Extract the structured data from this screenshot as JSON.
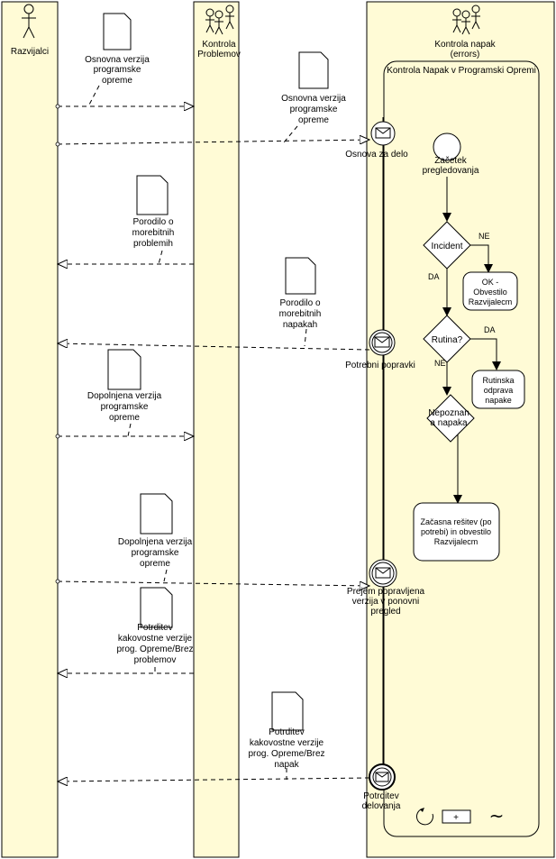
{
  "pools": {
    "razvijalci": "Razvijalci",
    "kontrola_problemov": [
      "Kontrola",
      "Problemov"
    ],
    "kontrola_napak": [
      "Kontrola napak",
      "(errors)"
    ]
  },
  "subprocess": {
    "title": "Kontrola  Napak v Programski Opremi"
  },
  "messages": {
    "m1": [
      "Osnovna verzija",
      "programske",
      "opreme"
    ],
    "m2": [
      "Osnovna verzija",
      "programske",
      "opreme"
    ],
    "m3": [
      "Porodilo o",
      "morebitnih",
      "problemih"
    ],
    "m4": [
      "Porodilo o",
      "morebitnih",
      "napakah"
    ],
    "m5": [
      "Dopolnjena verzija",
      "programske",
      "opreme"
    ],
    "m6": [
      "Dopolnjena verzija",
      "programske",
      "opreme"
    ],
    "m7": [
      "Potrditev",
      "kakovostne verzije",
      "prog. Opreme/Brez",
      "problemov"
    ],
    "m8": [
      "Potrditev",
      "kakovostne verzije",
      "prog. Opreme/Brez",
      "napak"
    ]
  },
  "events": {
    "e1": "Osnova za delo",
    "e2": "Potrebni popravki",
    "e3": [
      "Prejem popravljena",
      "verzija v ponovni",
      "pregled"
    ],
    "e4": [
      "Potrditev",
      "delovanja"
    ]
  },
  "flow": {
    "start": [
      "Začetek",
      "pregledovanja"
    ],
    "gw1": "Incident",
    "gw2": "Rutina?",
    "gw3": [
      "Nepoznan",
      "a napaka"
    ],
    "task_ok": [
      "OK -",
      "Obvestilo",
      "Razvijalecm"
    ],
    "task_rut": [
      "Rutinska",
      "odprava",
      "napake"
    ],
    "task_temp": [
      "Začasna rešitev (po",
      "potrebi) in obvestilo",
      "Razvijalecm"
    ],
    "label_ne1": "NE",
    "label_da1": "DA",
    "label_da2": "DA",
    "label_ne2": "NE"
  },
  "markers": {
    "plus": "+",
    "tilde": "~"
  },
  "colors": {
    "lane": "#fffbd6",
    "stroke": "#000000",
    "dash": "#555555"
  }
}
